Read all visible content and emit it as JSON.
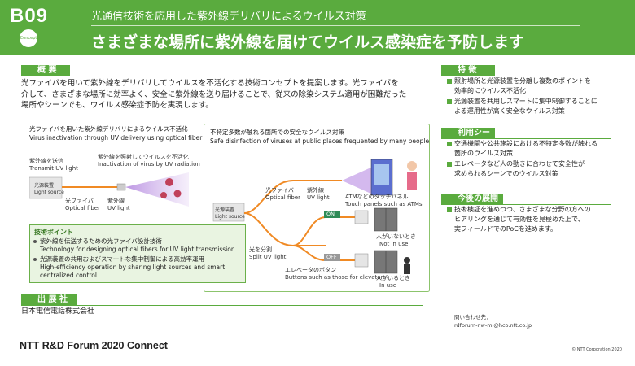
{
  "header": {
    "code": "B09",
    "badge": "Concept",
    "subtitle": "光通信技術を応用した紫外線デリバリによるウイルス対策",
    "title": "さまざまな場所に紫外線を届けてウイルス感染症を予防します"
  },
  "overview": {
    "heading": "概 要",
    "lines": [
      "光ファイバを用いて紫外線をデリバリしてウイルスを不活化する技術コンセプトを提案します。光ファイバを",
      "介して、さまざまな場所に効率よく、安全に紫外線を送り届けることで、従来の除染システム適用が困難だった",
      "場所やシーンでも、ウイルス感染症予防を実現します。"
    ]
  },
  "features": {
    "heading": "特 徴",
    "items": [
      [
        "照射場所と光源装置を分離し複数のポイントを",
        "効率的にウイルス不活化"
      ],
      [
        "光源装置を共用しスマートに集中制御することに",
        "よる運用性が高く安全なウイルス対策"
      ]
    ]
  },
  "usage": {
    "heading": "利用シーン",
    "items": [
      [
        "交通機関や公共施設における不特定多数が触れる",
        "箇所のウイルス対策"
      ],
      [
        "エレベータなど人の動きに合わせて安全性が",
        "求められるシーンでのウイルス対策"
      ]
    ]
  },
  "future": {
    "heading": "今後の展開",
    "lines": [
      "技術検証を進めつつ、さまざまな分野の方への",
      "ヒアリングを通じて有効性を見極めた上で、",
      "実フィールドでのPoCを進めます。"
    ]
  },
  "diagram1": {
    "title_jp": "光ファイバを用いた紫外線デリバリによるウイルス不活化",
    "title_en": "Virus inactivation through UV delivery using optical fiber",
    "transmit_jp": "紫外線を送信",
    "transmit_en": "Transmit UV light",
    "light_source_jp": "光源装置",
    "light_source_en": "Light source",
    "irradiate_jp": "紫外線を照射してウイルスを不活化",
    "irradiate_en": "Inactivation of virus by UV radiation",
    "fiber_jp": "光ファイバ",
    "fiber_en": "Optical fiber",
    "uv_jp": "紫外線",
    "uv_en": "UV light"
  },
  "diagram2": {
    "title_jp": "不特定多数が触れる箇所での安全なウイルス対策",
    "title_en": "Safe disinfection of viruses at public places frequented by many people",
    "light_source_jp": "光源装置",
    "light_source_en": "Light source",
    "fiber_jp": "光ファイバ",
    "fiber_en": "Optical fiber",
    "uv_jp": "紫外線",
    "uv_en": "UV light",
    "atm_jp": "ATMなどのタッチパネル",
    "atm_en": "Touch panels such as ATMs",
    "on": "ON",
    "off": "OFF",
    "split_jp": "光を分割",
    "split_en": "Split UV light",
    "not_in_use_jp": "人がいないとき",
    "not_in_use_en": "Not in use",
    "elevator_jp": "エレベータのボタン",
    "elevator_en": "Buttons such as those for elevators",
    "in_use_jp": "人がいるとき",
    "in_use_en": "In use"
  },
  "tech_points": {
    "heading": "技術ポイント",
    "items": [
      {
        "jp": "紫外線を伝送するための光ファイバ設計技術",
        "en": "Technology for designing optical fibers for UV light transmission"
      },
      {
        "jp": "光源装置の共用およびスマートな集中制御による高効率運用",
        "en": "High-efficiency operation by sharing light sources and smart centralized control"
      }
    ]
  },
  "publisher": {
    "heading": "出 展 社",
    "name": "日本電信電話株式会社"
  },
  "contact": {
    "label": "問い合わせ先：",
    "email": "rdforum-nw-ml@hco.ntt.co.jp"
  },
  "footer": {
    "title": "NTT R&D Forum 2020 Connect",
    "copyright": "© NTT Corporation 2020"
  },
  "colors": {
    "brand_green": "#5aab3e",
    "fiber_orange": "#f08a24",
    "uv_purple": "#9a5bd0"
  }
}
